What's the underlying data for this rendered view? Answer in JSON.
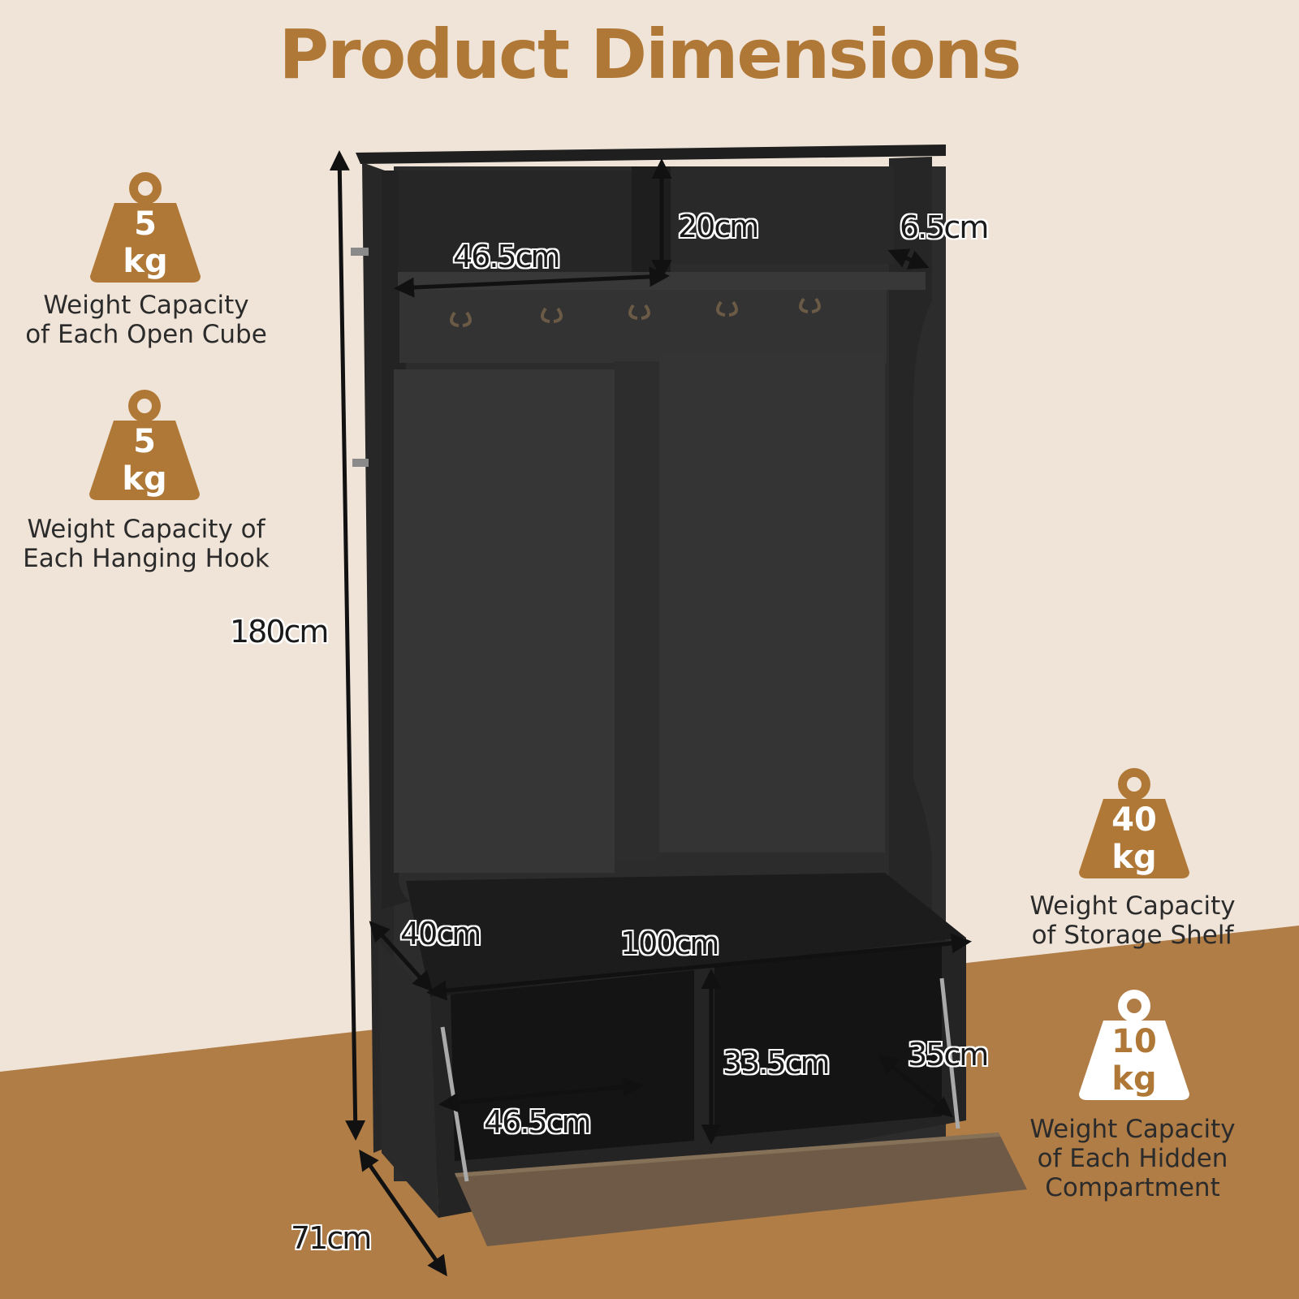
{
  "title": "Product Dimensions",
  "colors": {
    "accent": "#b07836",
    "background": "#f0e4d8",
    "floor": "#b07d47",
    "product": "#2e2e2e"
  },
  "capacities": [
    {
      "value": "5",
      "unit": "kg",
      "caption_lines": [
        "Weight Capacity",
        "of Each Open Cube"
      ]
    },
    {
      "value": "5",
      "unit": "kg",
      "caption_lines": [
        "Weight Capacity of",
        "Each Hanging Hook"
      ]
    },
    {
      "value": "40",
      "unit": "kg",
      "caption_lines": [
        "Weight Capacity",
        "of Storage Shelf"
      ]
    },
    {
      "value": "10",
      "unit": "kg",
      "caption_lines": [
        "Weight Capacity",
        "of Each Hidden",
        "Compartment"
      ]
    }
  ],
  "dimensions": {
    "height": "180cm",
    "top_cube_width": "46.5cm",
    "top_cube_height": "20cm",
    "top_shelf_depth": "6.5cm",
    "bench_depth": "40cm",
    "total_width": "100cm",
    "compartment_height": "33.5cm",
    "compartment_depth": "35cm",
    "compartment_width": "46.5cm",
    "total_depth": "71cm"
  }
}
